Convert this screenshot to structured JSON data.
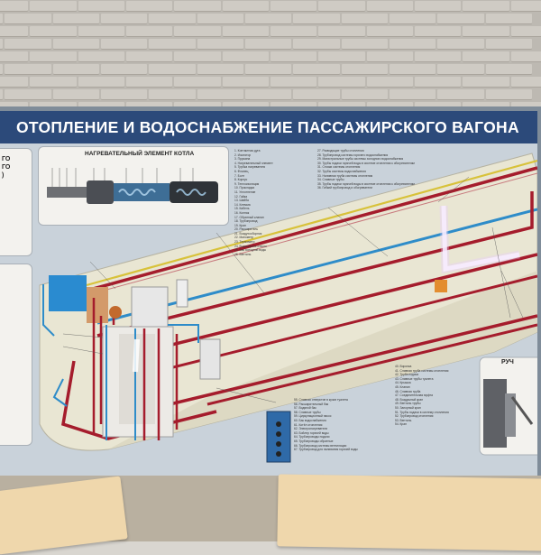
{
  "poster": {
    "title": "ОТОПЛЕНИЕ И ВОДОСНАБЖЕНИЕ ПАССАЖИРСКОГО ВАГОНА",
    "heater_title": "НАГРЕВАТЕЛЬНЫЙ ЭЛЕМЕНТ КОТЛА",
    "left_cut_text": "ГО\nГО\n)",
    "inset_label": "РУЧ",
    "legend_top": [
      "1. Контактная дуга",
      "2. Изолятор",
      "3. Пружина",
      "4. Нагревательный элемент",
      "5. Трубка нагревателя",
      "6. Фланец",
      "7. Болт",
      "8. Корпус",
      "9. Теплоизоляция",
      "10. Прокладка",
      "11. Уплотнение",
      "12. Гайка",
      "13. Шайба",
      "14. Клемма",
      "15. Кабель",
      "16. Колпак",
      "17. Обратный клапан",
      "18. Трубопровод",
      "19. Кран",
      "20. Расширитель",
      "21. Воздухосборник",
      "22. Манометр",
      "23. Термометр",
      "24. Водомерное стекло",
      "25. Бак холодной воды",
      "26. Вентиль"
    ],
    "legend_top_right": [
      "27. Разводящие трубы отопления",
      "28. Трубопровод системы горячего водоснабжения",
      "29. Магистральные трубы системы холодного водоснабжения",
      "30. Трубы подачи горячей воды в системе отопления к обогревателям",
      "31. Стояки системы отопления",
      "32. Трубы системы водоснабжения",
      "33. Наливная труба системы отопления",
      "34. Сливные трубы",
      "35. Трубы подачи горячей воды в системе отопления к обогревателям",
      "36. Гибкий трубопровод и обогреватели"
    ],
    "legend_bottom_center": [
      "55. Сливная отверстие в кузов туалета",
      "56. Расширительный бак",
      "57. Водяной бак",
      "58. Сливные трубы",
      "59. Циркуляционный насос",
      "60. Бак водоснабжения",
      "61. Котёл отопления",
      "62. Электронагреватели",
      "63. Бойлер горячей воды",
      "64. Трубопроводы подачи",
      "65. Трубопроводы обратные",
      "66. Трубопровод системы вентиляции",
      "67. Трубопровод для наливания горячей воды"
    ],
    "legend_bottom_right": [
      "40. Воронка",
      "41. Сливная труба системы отопления",
      "42. Труба подачи",
      "43. Сливные трубы туалета",
      "44. Крышка",
      "45. Клапан",
      "46. Сливная труба",
      "47. Соединительная муфта",
      "48. Воздушный кран",
      "49. Вентиль трубы",
      "50. Запорный кран",
      "51. Трубы подачи в систему отопления",
      "52. Трубопровод отопления",
      "53. Вентиль",
      "54. Кран"
    ]
  },
  "colors": {
    "title_bar": "#2c4a7a",
    "pipe_red": "#a51c2c",
    "pipe_blue": "#2e8cc9",
    "pipe_yellow": "#d8c23a",
    "car_body": "#e9e6d3",
    "wall": "#bdb9b2"
  }
}
